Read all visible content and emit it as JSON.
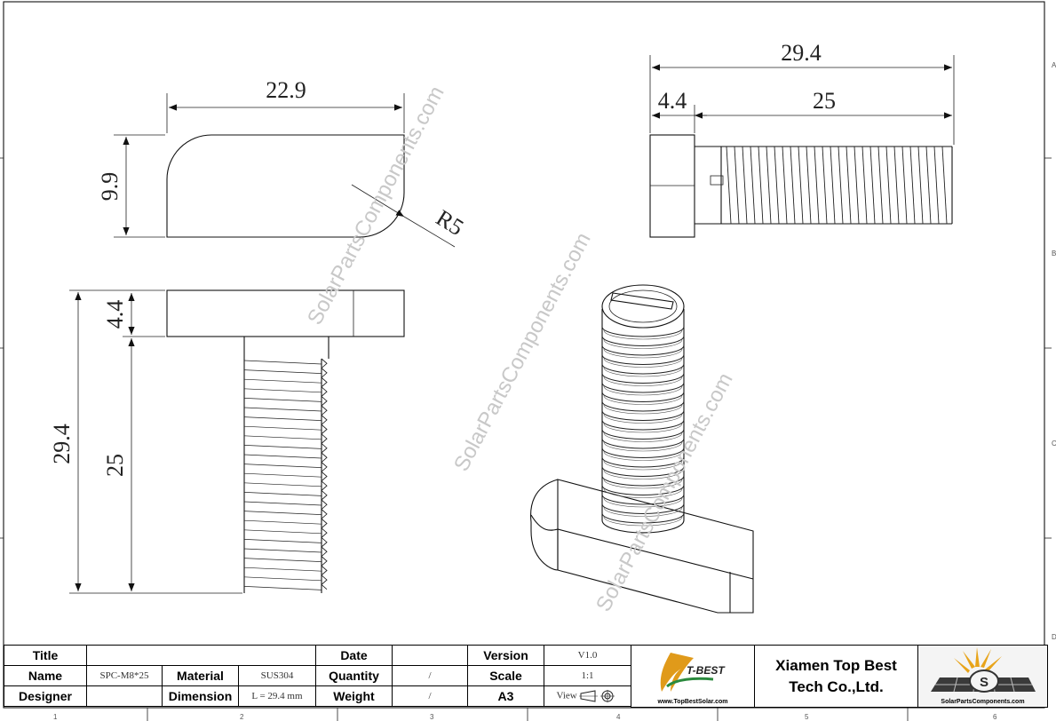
{
  "drawing": {
    "watermark": "SolarPartsComponents.com",
    "dimensions": {
      "top_width": "22.9",
      "top_height": "9.9",
      "top_radius": "R5",
      "side_total": "29.4",
      "side_head": "4.4",
      "side_thread": "25",
      "front_total": "29.4",
      "front_head": "4.4",
      "front_thread": "25"
    },
    "zones_right": [
      "A",
      "B",
      "C",
      "D"
    ],
    "zones_bottom": [
      "1",
      "2",
      "3",
      "4",
      "5",
      "6"
    ]
  },
  "title_block": {
    "title_label": "Title",
    "title_value": "",
    "date_label": "Date",
    "date_value": "",
    "version_label": "Version",
    "version_value": "V1.0",
    "name_label": "Name",
    "name_value": "SPC-M8*25",
    "material_label": "Material",
    "material_value": "SUS304",
    "quantity_label": "Quantity",
    "quantity_value": "/",
    "scale_label": "Scale",
    "scale_value": "1:1",
    "designer_label": "Designer",
    "designer_value": "",
    "dimension_label": "Dimension",
    "dimension_value": "L = 29.4 mm",
    "weight_label": "Weight",
    "weight_value": "/",
    "sheet_size": "A3",
    "view_label": "View",
    "company_line1": "Xiamen Top Best",
    "company_line2": "Tech Co.,Ltd.",
    "logo_left_brand": "T-BEST",
    "logo_left_url": "www.TopBestSolar.com",
    "logo_right_url": "SolarPartsComponents.com"
  }
}
